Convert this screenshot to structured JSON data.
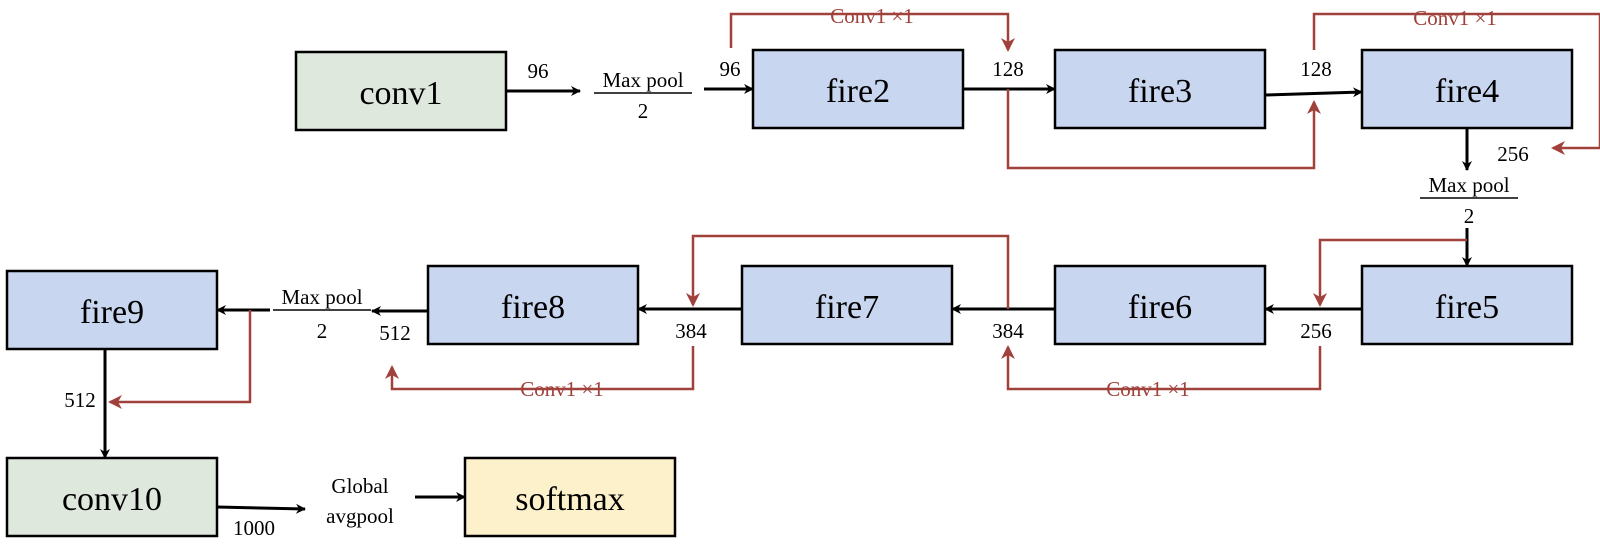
{
  "colors": {
    "green_block": "#DEE8DD",
    "blue_block": "#C9D6EF",
    "yellow_block": "#FDF1CC",
    "bypass_red": "#A0413B",
    "line_black": "#000000"
  },
  "blocks": {
    "conv1": "conv1",
    "fire2": "fire2",
    "fire3": "fire3",
    "fire4": "fire4",
    "fire5": "fire5",
    "fire6": "fire6",
    "fire7": "fire7",
    "fire8": "fire8",
    "fire9": "fire9",
    "conv10": "conv10",
    "softmax": "softmax"
  },
  "labels": {
    "ch_96_a": "96",
    "ch_96_b": "96",
    "ch_128_a": "128",
    "ch_128_b": "128",
    "ch_256_a": "256",
    "ch_256_b": "256",
    "ch_384_a": "384",
    "ch_384_b": "384",
    "ch_512_a": "512",
    "ch_512_b": "512",
    "ch_1000": "1000",
    "maxpool_1": "Max pool",
    "maxpool_1_k": "2",
    "maxpool_2": "Max pool",
    "maxpool_2_k": "2",
    "maxpool_3": "Max pool",
    "maxpool_3_k": "2",
    "global_1": "Global",
    "global_2": "avgpool"
  },
  "bypass": {
    "b1": "Conv1 ×1",
    "b2": "Conv1 ×1",
    "b3": "Conv1 ×1",
    "b4": "Conv1 ×1"
  }
}
